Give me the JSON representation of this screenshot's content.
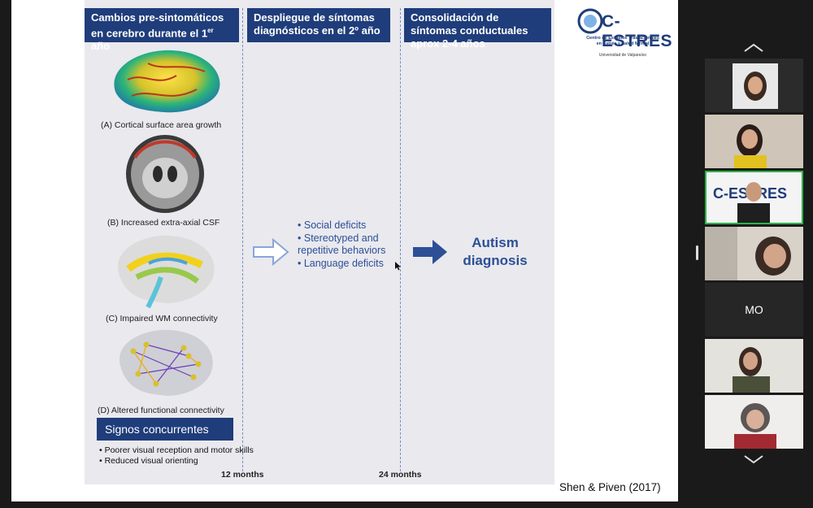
{
  "slide": {
    "headers": {
      "col1_prefix": "Cambios pre-sintomáticos en cerebro durante el 1",
      "col1_sup": "er",
      "col1_suffix": " año",
      "col2": "Despliegue de síntomas diagnósticos en el 2º año",
      "col3": "Consolidación de síntomas conductuales aprox 2-4 años"
    },
    "captions": {
      "a": "(A) Cortical surface area growth",
      "b": "(B) Increased extra-axial CSF",
      "c": "(C) Impaired WM connectivity",
      "d": "(D) Altered functional connectivity"
    },
    "signos": {
      "title": "Signos concurrentes",
      "items": [
        "• Poorer visual reception and motor skills",
        "• Reduced visual orienting"
      ]
    },
    "months": [
      "12 months",
      "24 months"
    ],
    "symptoms": [
      "Social deficits",
      "Stereotyped and repetitive behaviors",
      "Language deficits"
    ],
    "diagnosis": "Autism diagnosis",
    "logo": {
      "title": "C-ESTRES",
      "subtitle_1": "Centro de Estudios Traslacionales",
      "subtitle_2": "en Estrés y Salud Mental",
      "university": "Universidad de Valparaíso"
    },
    "citation": "Shen & Piven (2017)",
    "colors": {
      "header": "#1f3d7a",
      "accent_text": "#2c4f96",
      "panel": "#e9e9ee"
    }
  },
  "sidebar": {
    "tiles": [
      {
        "name": "participant-1",
        "initials": ""
      },
      {
        "name": "participant-2",
        "initials": ""
      },
      {
        "name": "participant-3",
        "initials": ""
      },
      {
        "name": "participant-4",
        "initials": ""
      },
      {
        "name": "participant-mo",
        "initials": "MO"
      },
      {
        "name": "participant-6",
        "initials": ""
      },
      {
        "name": "participant-7",
        "initials": ""
      }
    ]
  }
}
